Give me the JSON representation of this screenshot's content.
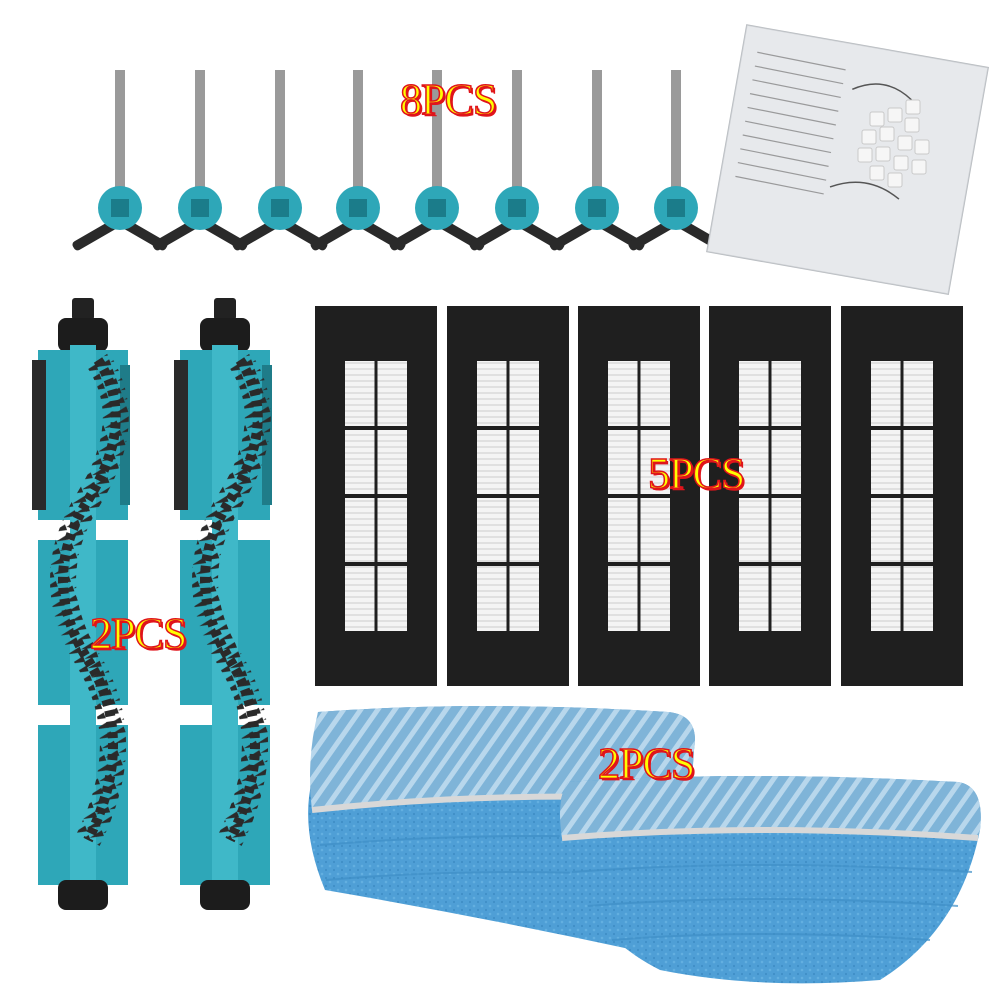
{
  "labels": {
    "side_brushes": "8PCS",
    "filters": "5PCS",
    "main_brushes": "2PCS",
    "mop_pads": "2PCS"
  },
  "colors": {
    "brush_teal": "#2ea7b8",
    "bristle_black": "#2a2a2a",
    "filter_frame": "#1f1f1f",
    "filter_media": "#f3f3f3",
    "mop_blue": "#4a9fd4",
    "label_fill": "#ffff00",
    "label_outline": "#e0141b"
  },
  "items": {
    "side_brush_count": 8,
    "filter_count": 5,
    "main_brush_count": 2,
    "mop_pad_count": 2,
    "foam_plug_count": 14
  }
}
